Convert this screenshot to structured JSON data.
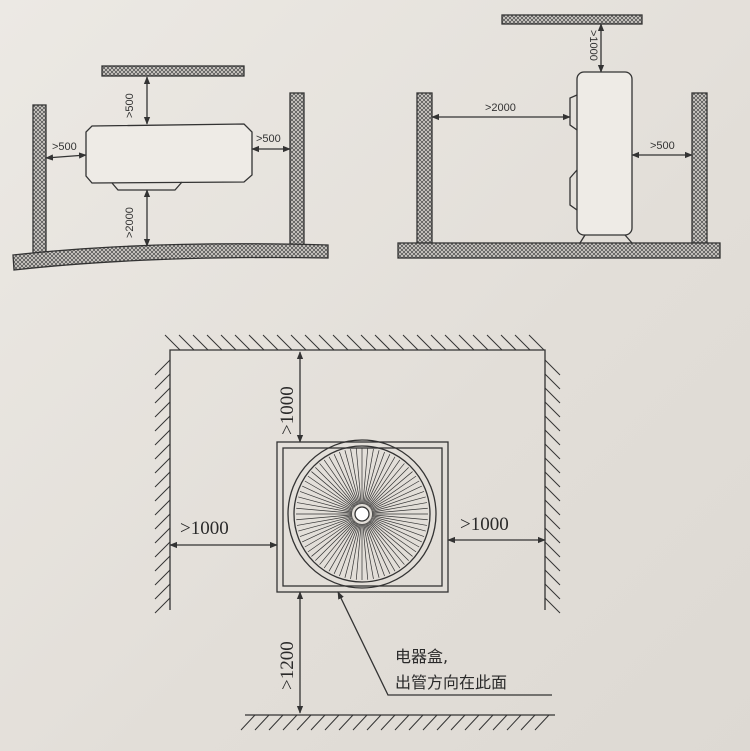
{
  "indoor_unit_diagram": {
    "top_clearance": ">500",
    "left_clearance": ">500",
    "right_clearance": ">500",
    "bottom_clearance": ">2000"
  },
  "outdoor_side_diagram": {
    "top_clearance": ">1000",
    "front_clearance": ">2000",
    "back_clearance": ">500"
  },
  "outdoor_plan_diagram": {
    "top_clearance": ">1000",
    "left_clearance": ">1000",
    "right_clearance": ">1000",
    "bottom_clearance": ">1200",
    "note_line1": "电器盒,",
    "note_line2": "出管方向在此面"
  },
  "colors": {
    "ink": "#2a2a2a",
    "paper": "#e6e2dc"
  }
}
